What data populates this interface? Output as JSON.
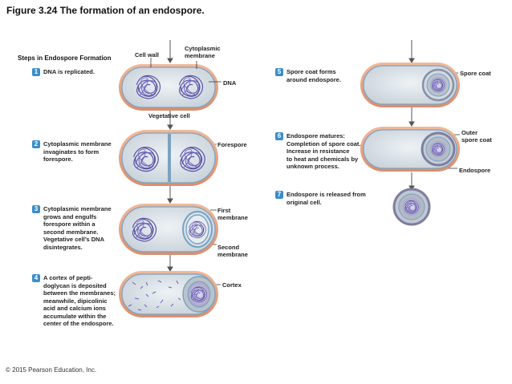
{
  "title": "Figure 3.24  The formation of an endospore.",
  "steps_heading": "Steps in Endospore Formation",
  "steps": [
    {
      "num": "1",
      "lines": [
        "DNA is replicated."
      ]
    },
    {
      "num": "2",
      "lines": [
        "Cytoplasmic membrane",
        "invaginates to form",
        "forespore."
      ]
    },
    {
      "num": "3",
      "lines": [
        "Cytoplasmic membrane",
        "grows and engulfs",
        "forespore within a",
        "second membrane.",
        "Vegetative cell’s DNA",
        "disintegrates."
      ]
    },
    {
      "num": "4",
      "lines": [
        "A cortex of pepti-",
        "doglycan is deposited",
        "between the membranes;",
        "meanwhile, dipicolinic",
        "acid and calcium ions",
        "accumulate within the",
        "center of the endospore."
      ]
    },
    {
      "num": "5",
      "lines": [
        "Spore coat forms",
        "around endospore."
      ]
    },
    {
      "num": "6",
      "lines": [
        "Endospore matures:",
        "Completion of spore coat.",
        "Increase in resistance",
        "to heat and chemicals by",
        "unknown process."
      ]
    },
    {
      "num": "7",
      "lines": [
        "Endospore is released from",
        "original cell."
      ]
    }
  ],
  "labels": {
    "cell_wall": "Cell wall",
    "cyto_membrane": [
      "Cytoplasmic",
      "membrane"
    ],
    "dna": "DNA",
    "vegetative_cell": "Vegetative cell",
    "forespore": "Forespore",
    "first_membrane": [
      "First",
      "membrane"
    ],
    "second_membrane": [
      "Second",
      "membrane"
    ],
    "cortex": "Cortex",
    "spore_coat": "Spore coat",
    "outer_spore_coat": [
      "Outer",
      "spore coat"
    ],
    "endospore": "Endospore"
  },
  "copyright": "© 2015 Pearson Education, Inc.",
  "colors": {
    "cell_wall": "#e9a98a",
    "cytoplasm": "#d5dde3",
    "membrane": "#7aa2c0",
    "dna": "#5a4fa8",
    "step_badge": "#3b8ec8",
    "spore_core": "#c8c6dc"
  }
}
